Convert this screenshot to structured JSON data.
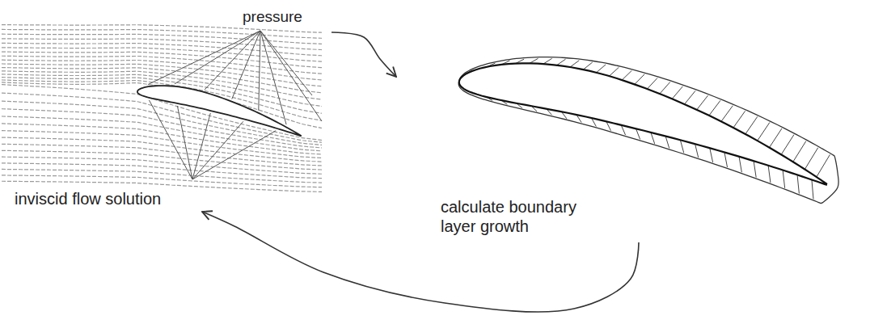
{
  "diagram": {
    "nodes": [
      {
        "text": [
          "inviscid flow solution"
        ]
      },
      {
        "text": [
          "calculate boundary layer growth"
        ]
      }
    ],
    "edges": [
      {
        "from": 0,
        "to": 1,
        "arrow": "to"
      },
      {
        "from": 1,
        "to": 0,
        "arrow": "to"
      }
    ],
    "labels": [
      "pressure"
    ]
  }
}
